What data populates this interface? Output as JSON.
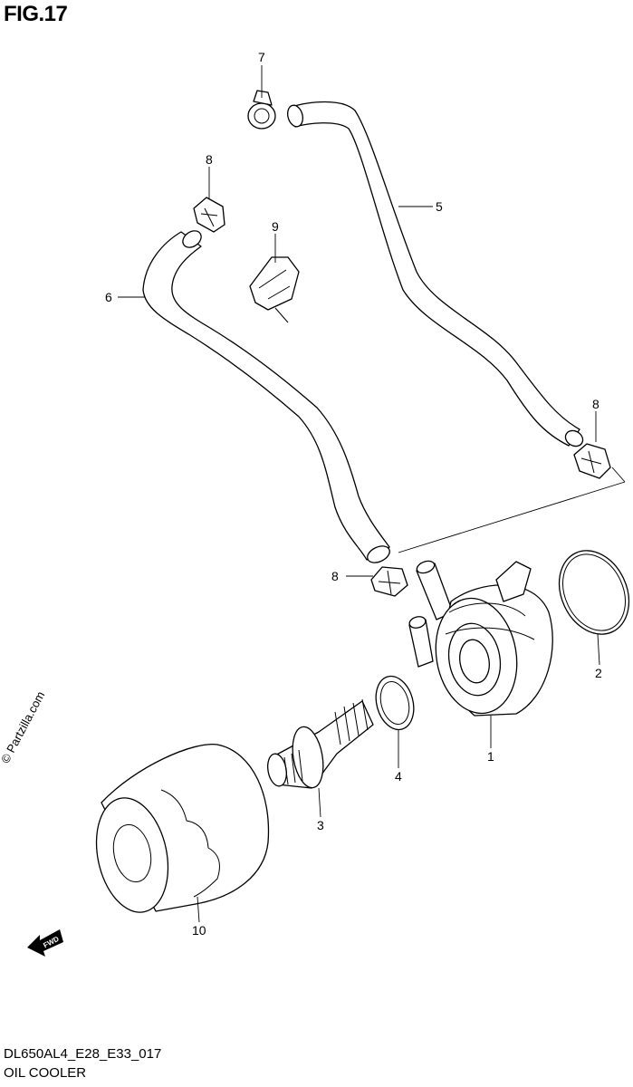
{
  "figure": {
    "title": "FIG.17",
    "code": "DL650AL4_E28_E33_017",
    "name": "OIL COOLER",
    "watermark": "© Partzilla.com"
  },
  "callouts": [
    {
      "id": "c1",
      "label": "1",
      "part": "oil-cooler"
    },
    {
      "id": "c2",
      "label": "2",
      "part": "o-ring-large"
    },
    {
      "id": "c3",
      "label": "3",
      "part": "union-bolt"
    },
    {
      "id": "c4",
      "label": "4",
      "part": "o-ring-small"
    },
    {
      "id": "c5",
      "label": "5",
      "part": "hose-upper"
    },
    {
      "id": "c6",
      "label": "6",
      "part": "hose-lower"
    },
    {
      "id": "c7",
      "label": "7",
      "part": "hose-clamp-top"
    },
    {
      "id": "c8a",
      "label": "8",
      "part": "hose-clamp"
    },
    {
      "id": "c8b",
      "label": "8",
      "part": "hose-clamp"
    },
    {
      "id": "c8c",
      "label": "8",
      "part": "hose-clamp"
    },
    {
      "id": "c9",
      "label": "9",
      "part": "hose-clip"
    },
    {
      "id": "c10",
      "label": "10",
      "part": "oil-filter"
    }
  ],
  "fwd_marker": "FWD"
}
